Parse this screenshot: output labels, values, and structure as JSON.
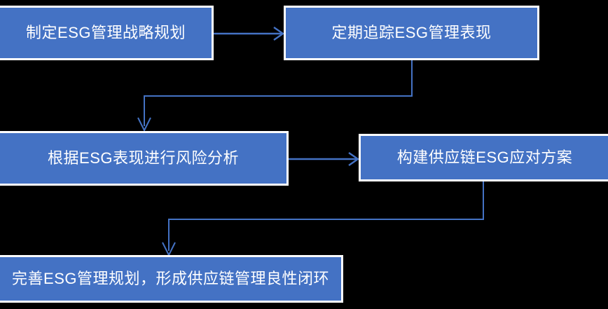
{
  "diagram": {
    "title_visible": false,
    "background_color": "#000000",
    "node_fill_color": "#4472C4",
    "node_border_color": "#FFFFFF",
    "node_text_color": "#FFFFFF",
    "connector_color": "#4472C4",
    "type": "flowchart",
    "nodes": [
      {
        "id": "strategy",
        "label": "制定ESG管理战略规划"
      },
      {
        "id": "track",
        "label": "定期追踪ESG管理表现"
      },
      {
        "id": "risk",
        "label": "根据ESG表现进行风险分析"
      },
      {
        "id": "solution",
        "label": "构建供应链ESG应对方案"
      },
      {
        "id": "closure",
        "label": "完善ESG管理规划，形成供应链管理良性闭环"
      }
    ],
    "connectors": [
      {
        "id": "strategy-to-track",
        "from": "strategy",
        "to": "track",
        "style": "straight-horizontal",
        "arrowhead": "open-chevron"
      },
      {
        "id": "track-to-risk",
        "from": "track",
        "to": "risk",
        "style": "elbow-down-left-down",
        "arrowhead": "open-chevron"
      },
      {
        "id": "risk-to-solution",
        "from": "risk",
        "to": "solution",
        "style": "straight-horizontal",
        "arrowhead": "open-chevron"
      },
      {
        "id": "solution-to-closure",
        "from": "solution",
        "to": "closure",
        "style": "elbow-down-left-down",
        "arrowhead": "open-chevron"
      }
    ]
  }
}
